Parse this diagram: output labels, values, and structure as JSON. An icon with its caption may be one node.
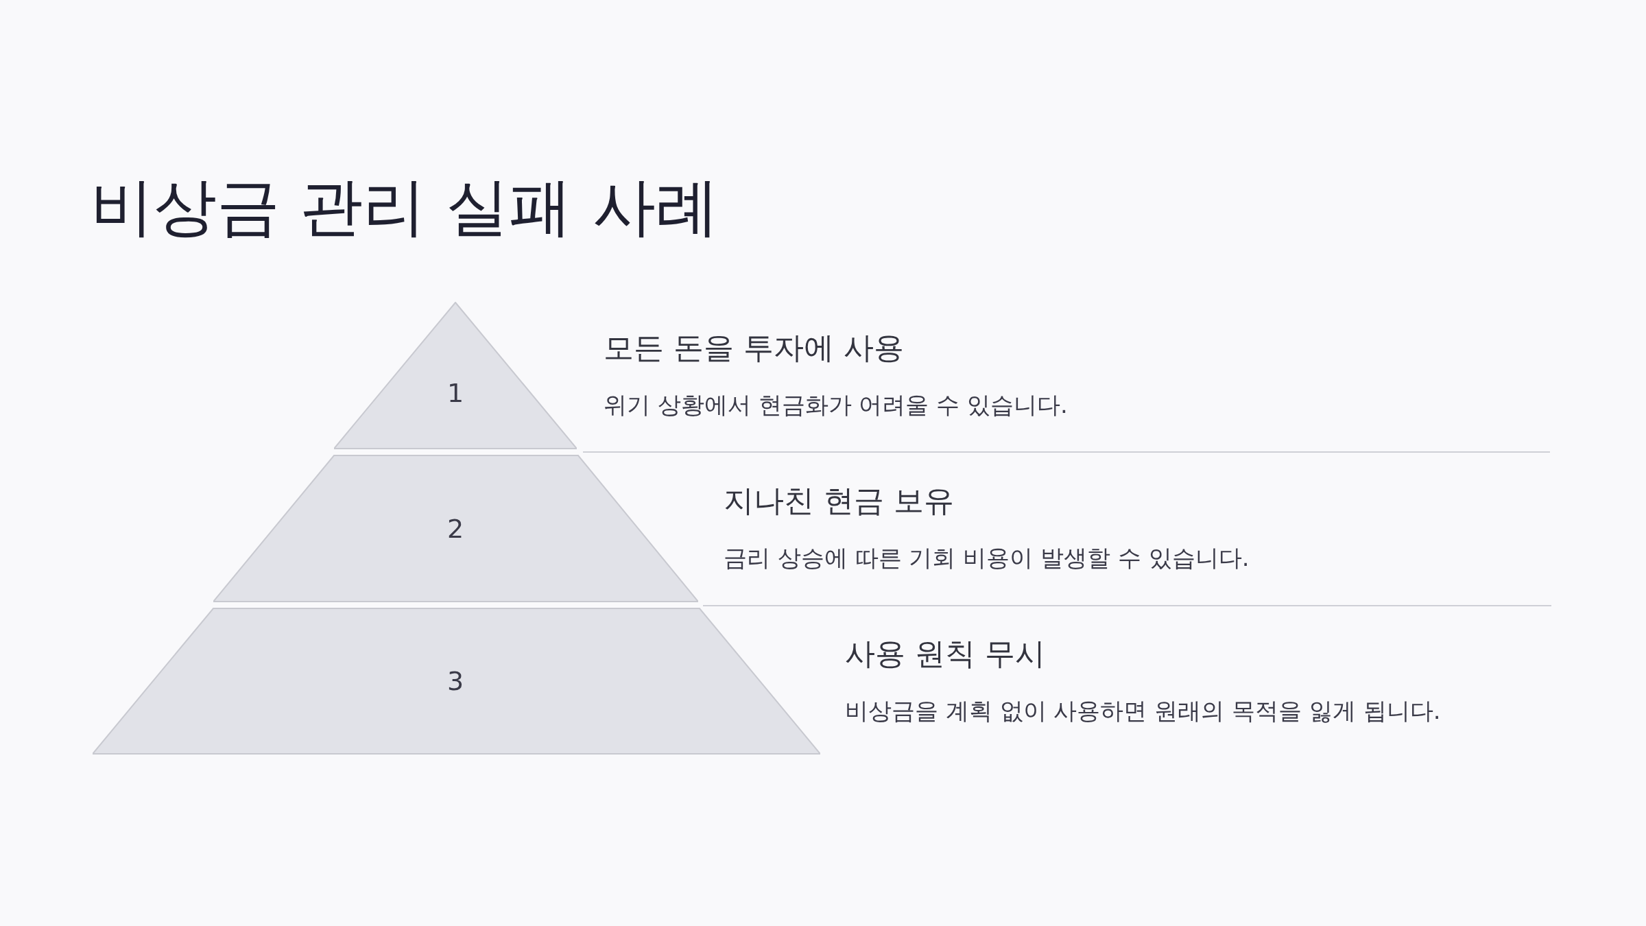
{
  "diagram": {
    "title": "비상금 관리 실패 사례",
    "nodes": [
      {
        "text": [
          "1"
        ],
        "beside": [
          "모든 돈을 투자에 사용",
          "위기 상황에서 현금화가 어려울 수 있습니다."
        ]
      },
      {
        "text": [
          "2"
        ],
        "beside": [
          "지나친 현금 보유",
          "금리 상승에 따른 기회 비용이 발생할 수 있습니다."
        ]
      },
      {
        "text": [
          "3"
        ],
        "beside": [
          "사용 원칙 무시",
          "비상금을 계획 없이 사용하면 원래의 목적을 잃게 됩니다."
        ]
      }
    ]
  }
}
